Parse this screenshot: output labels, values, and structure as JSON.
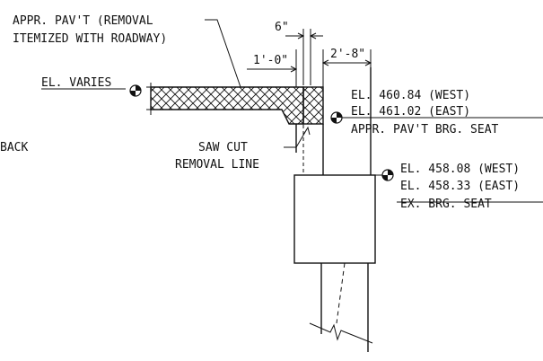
{
  "labels": {
    "appr_pavt_line1": "APPR. PAV'T (REMOVAL",
    "appr_pavt_line2": "ITEMIZED WITH ROADWAY)",
    "dim_6in": "6\"",
    "dim_1ft0": "1'-0\"",
    "dim_2ft8": "2'-8\"",
    "el_varies": "EL. VARIES",
    "el_46084_west": "EL. 460.84 (WEST)",
    "el_46102_east": "EL. 461.02 (EAST)",
    "appr_brg_seat": "APPR. PAV'T BRG. SEAT",
    "back": "BACK",
    "saw_cut": "SAW CUT",
    "removal_line": "REMOVAL LINE",
    "el_45808_west": "EL. 458.08 (WEST)",
    "el_45833_east": "EL. 458.33 (EAST)",
    "ex_brg_seat": "EX. BRG. SEAT"
  }
}
